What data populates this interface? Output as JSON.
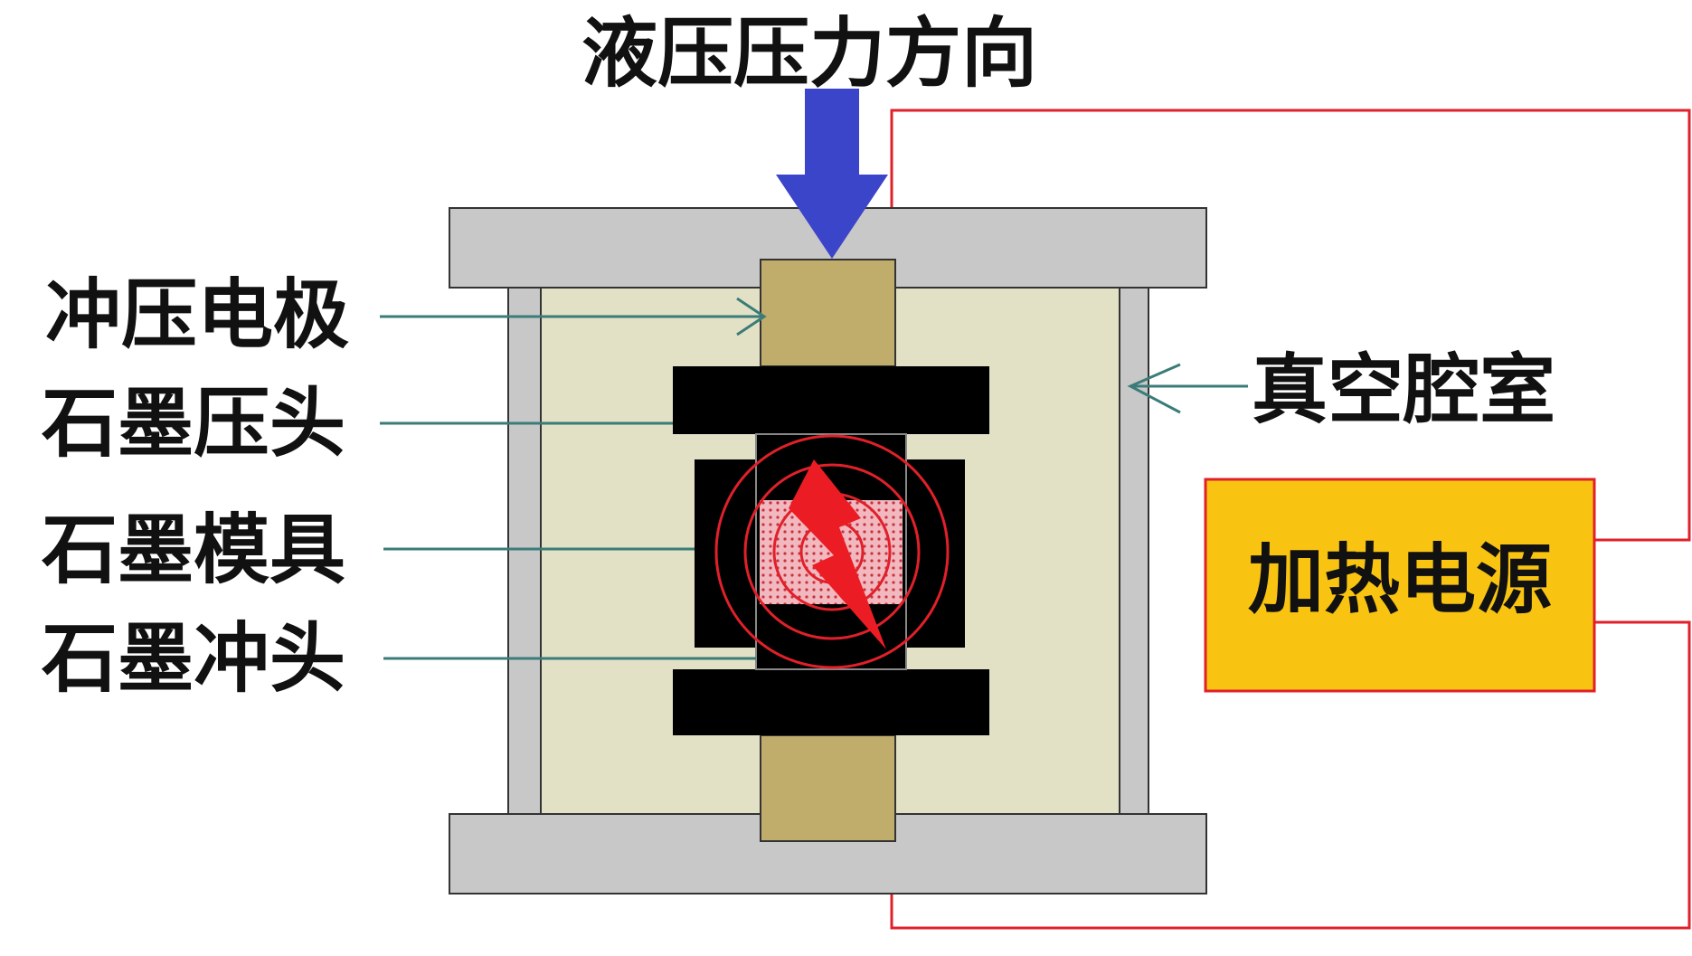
{
  "labels": {
    "pressure_direction": "液压压力方向",
    "punch_electrode": "冲压电极",
    "graphite_press_head": "石墨压头",
    "graphite_mold": "石墨模具",
    "graphite_punch": "石墨冲头",
    "vacuum_chamber": "真空腔室",
    "heating_power": "加热电源"
  },
  "colors": {
    "frame_plate": "#c8c8c8",
    "chamber_wall": "#c8c8c8",
    "chamber_interior": "#e2e1c6",
    "electrode": "#c0ad6c",
    "graphite": "#000000",
    "arrow_fill": "#3b45c9",
    "pointer_line": "#3b7c78",
    "circuit_wire": "#e0202a",
    "power_fill": "#f9c312",
    "power_border": "#e0202a",
    "lightning": "#ec1c24",
    "sample_fill": "#f2b8bf"
  },
  "icons": {
    "pressure": "down-arrow-icon",
    "heating": "lightning-icon"
  }
}
